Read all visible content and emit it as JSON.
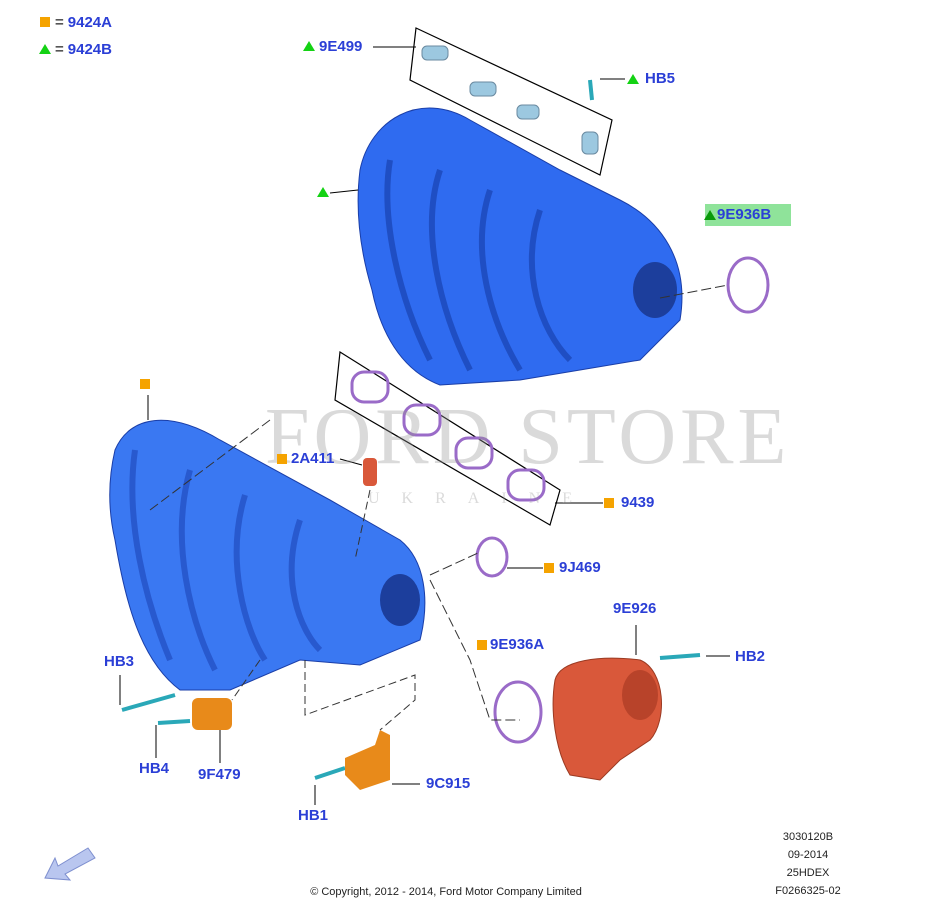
{
  "legend": [
    {
      "symbol": "square",
      "color": "#f5a300",
      "label": "9424A"
    },
    {
      "symbol": "triangle",
      "color": "#14d214",
      "label": "9424B"
    }
  ],
  "legend_equals": "=",
  "callouts": {
    "c9E499": "9E499",
    "HB5": "HB5",
    "c9E936B": "9E936B",
    "c2A411": "2A411",
    "c9439": "9439",
    "c9J469": "9J469",
    "c9E926": "9E926",
    "c9E936A": "9E936A",
    "HB2": "HB2",
    "HB3": "HB3",
    "HB4": "HB4",
    "c9F479": "9F479",
    "c9C915": "9C915",
    "HB1": "HB1"
  },
  "watermark": {
    "title": "FORD STORE",
    "subtitle": "UKRAINE"
  },
  "meta": [
    "3030120B",
    "09-2014",
    "25HDEX",
    "F0266325-02"
  ],
  "copyright": "© Copyright, 2012 - 2014, Ford Motor Company Limited",
  "colors": {
    "label": "#2b3fd6",
    "square": "#f5a300",
    "triangle": "#14d214",
    "highlight": "#8fe39a",
    "manifold": "#2f6bf0",
    "gasket": "#9a6bc8",
    "throttle": "#d9583a",
    "sensor": "#e88a1a"
  }
}
